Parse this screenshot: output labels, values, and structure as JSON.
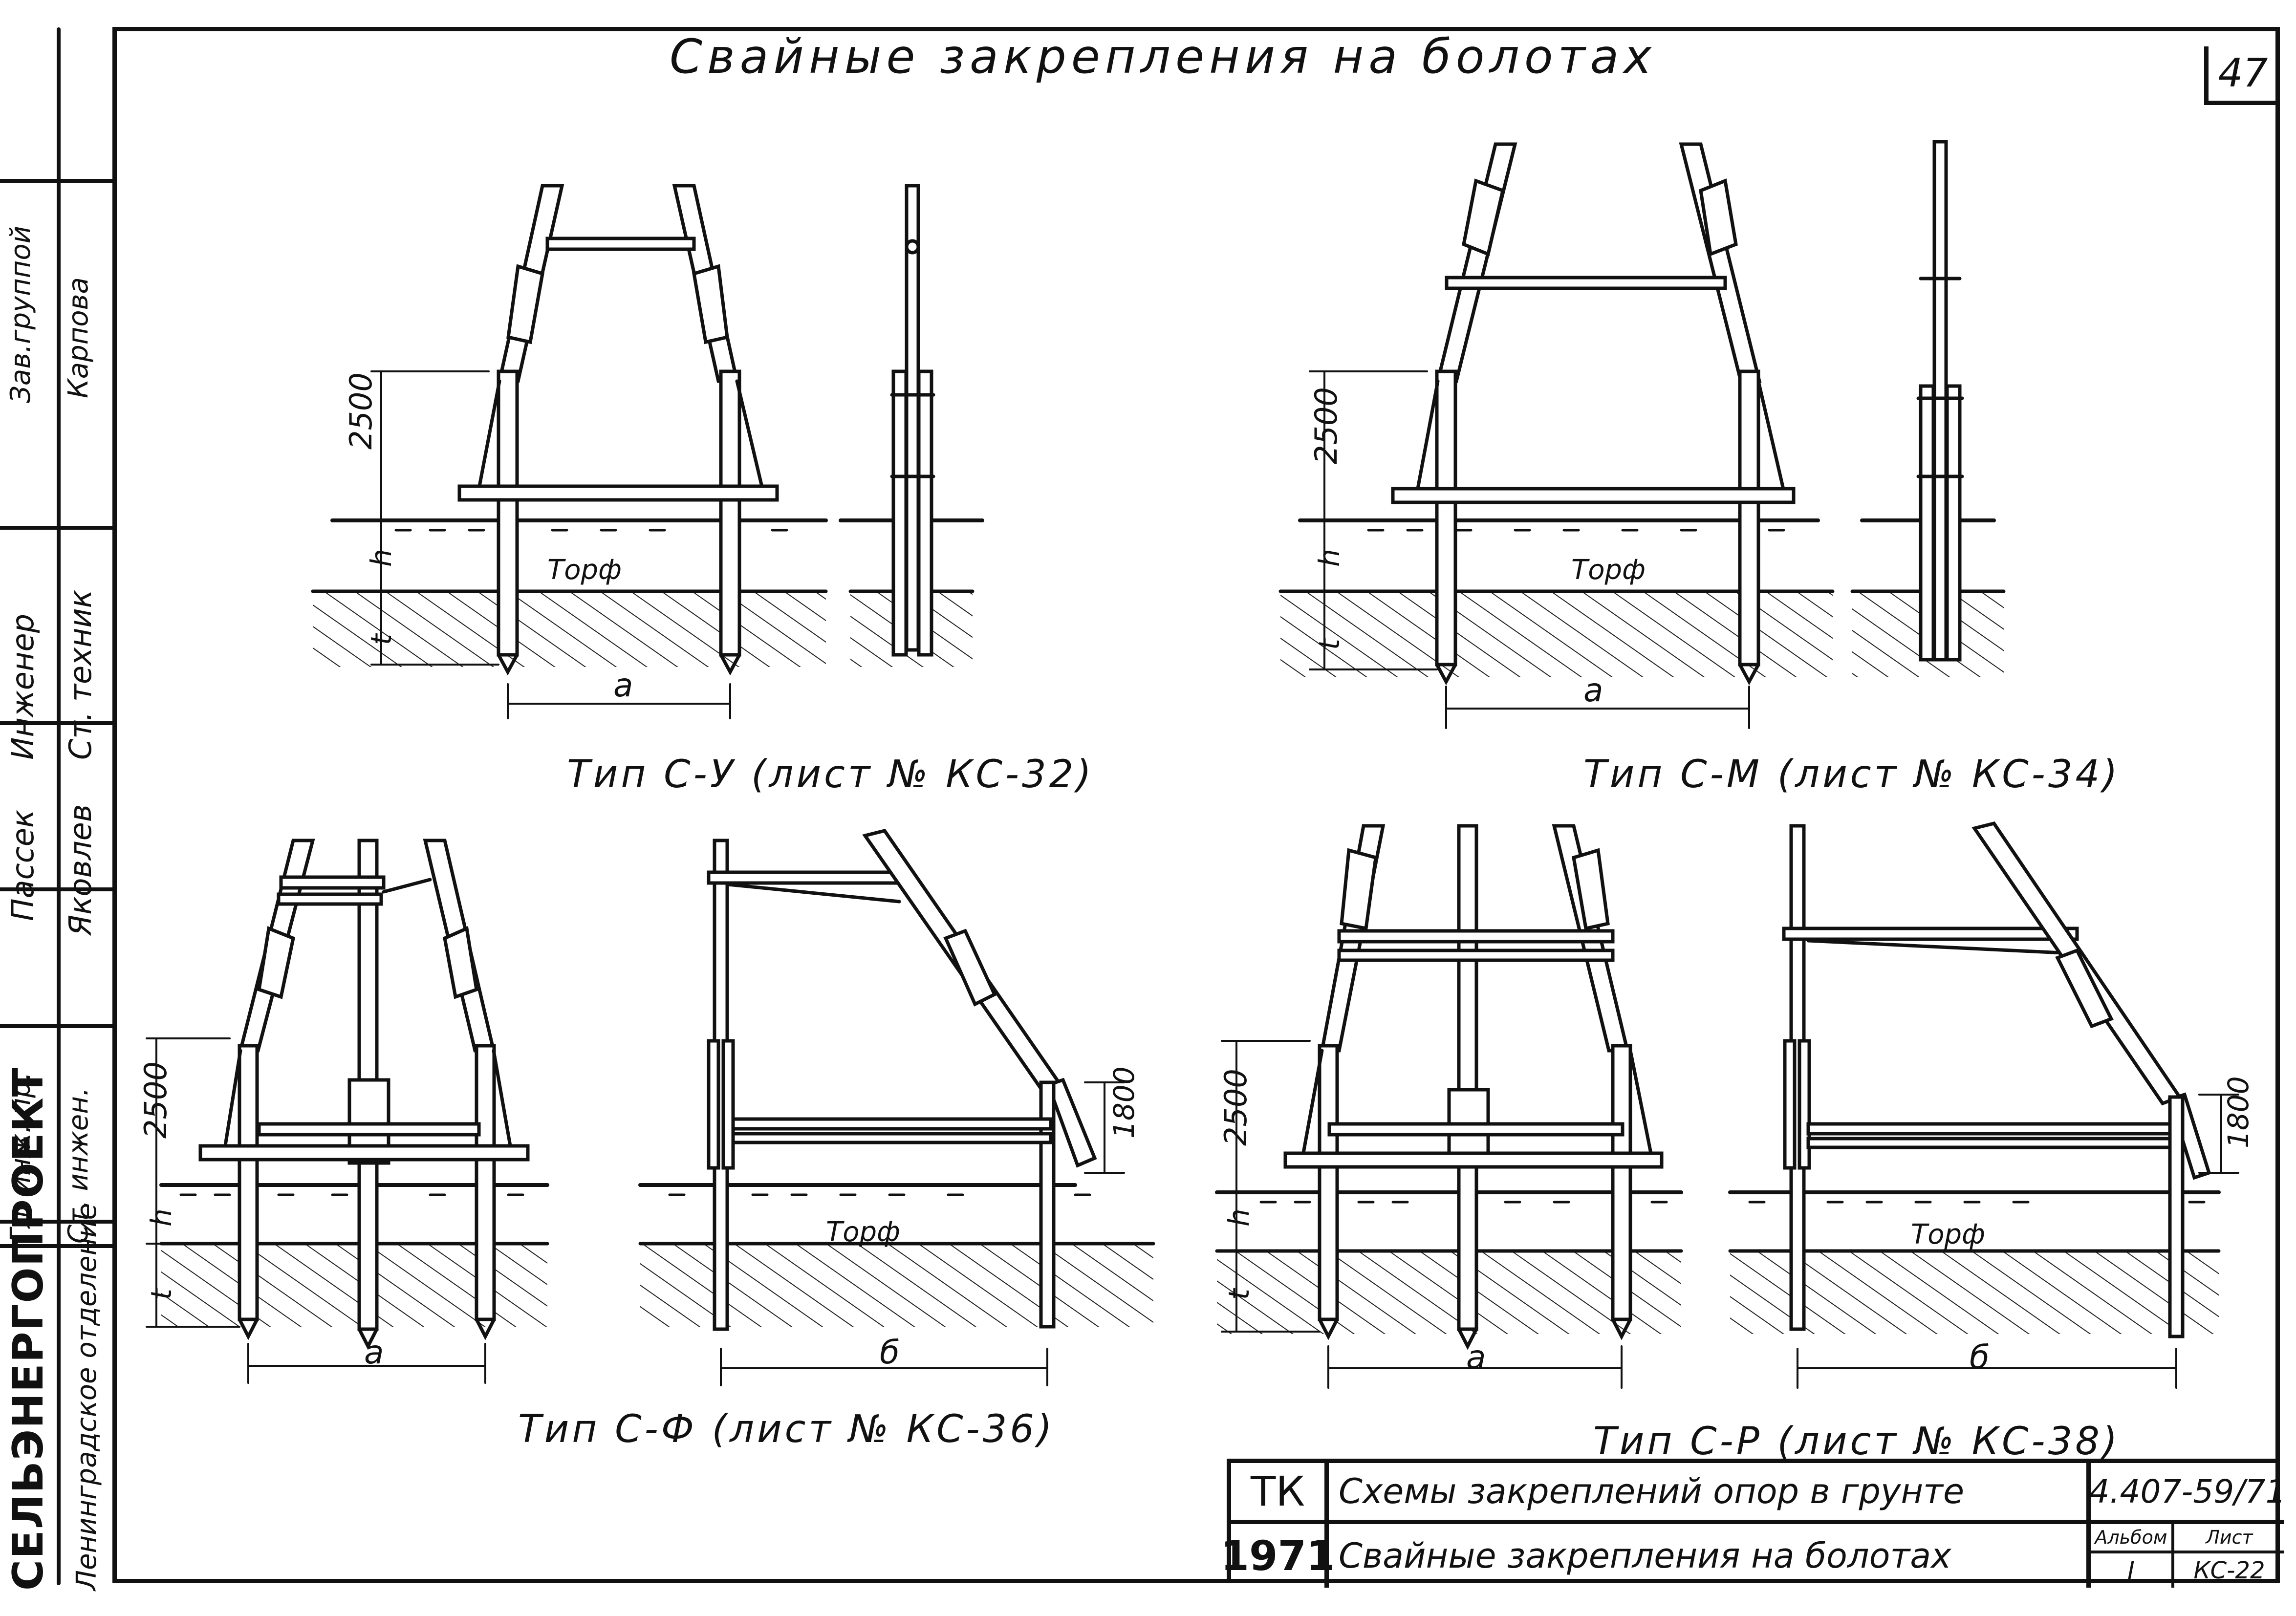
{
  "title": "Свайные закрепления на болотах",
  "sheet_number": "47",
  "left_strip": {
    "organization": "СЕЛЬЭНЕРГОПРОЕКТ",
    "department": "Ленинградское отделение",
    "roles": [
      {
        "role": "Гл. инж. пр.",
        "name": ""
      },
      {
        "role": "Ст. инжен.",
        "name": ""
      },
      {
        "role": "Инженер",
        "name": "Пассек"
      },
      {
        "role": "Ст. техник",
        "name": "Яковлев"
      },
      {
        "role": "Зав. группой",
        "name": "Карпова"
      }
    ],
    "role_labels": [
      "Гл. инж. пр.",
      "Ст. инжен.",
      "Инженер",
      "Ст. техник",
      "Пассек",
      "Яковлев",
      "Зав.группой",
      "Карпова"
    ]
  },
  "drawings": [
    {
      "id": "cu",
      "caption": "Тип С-У (лист № КС-32)",
      "dim_height": "2500",
      "dim_h": "h",
      "dim_t": "t",
      "dim_width": "a",
      "soil_label": "Торф"
    },
    {
      "id": "cm",
      "caption": "Тип С-М (лист № КС-34)",
      "dim_height": "2500",
      "dim_h": "h",
      "dim_t": "t",
      "dim_width": "a",
      "soil_label": "Торф"
    },
    {
      "id": "cf",
      "caption": "Тип С-Ф (лист № КС-36)",
      "dim_height": "2500",
      "dim_h": "h",
      "dim_t": "t",
      "dim_width": "a",
      "soil_label": "",
      "side_width": "б",
      "side_height": "1800",
      "side_soil_label": "Торф"
    },
    {
      "id": "cr",
      "caption": "Тип С-Р (лист № КС-38)",
      "dim_height": "2500",
      "dim_h": "h",
      "dim_t": "t",
      "dim_width": "a",
      "soil_label": "",
      "side_width": "б",
      "side_height": "1800",
      "side_soil_label": "Торф"
    }
  ],
  "title_block": {
    "code": "ТК",
    "year": "1971",
    "line1": "Схемы закреплений опор в грунте",
    "line2": "Свайные закрепления на болотах",
    "doc_number": "4.407-59/71",
    "album_label": "Альбом",
    "album_value": "I",
    "sheet_label": "Лист",
    "sheet_value": "КС-22"
  }
}
